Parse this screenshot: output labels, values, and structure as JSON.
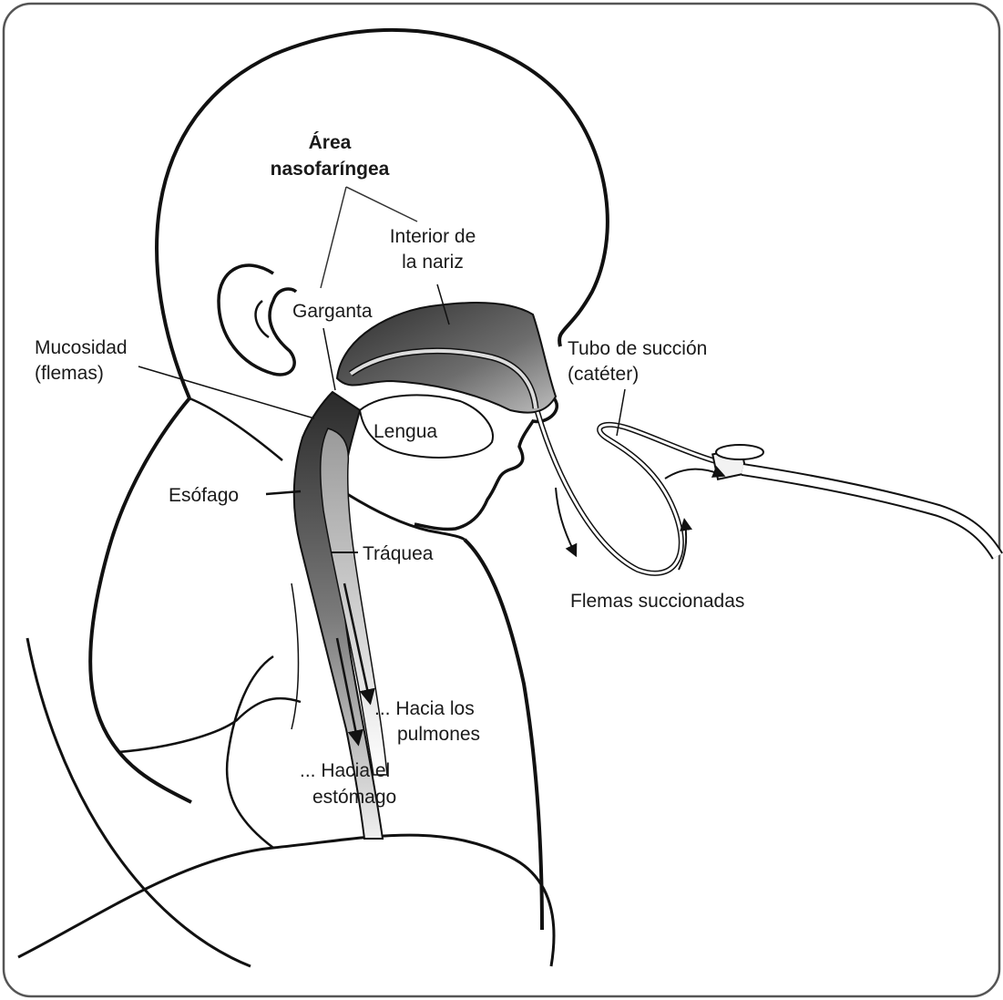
{
  "labels": {
    "area_title_line1": "Área",
    "area_title_line2": "nasofaríngea",
    "nose_interior_line1": "Interior de",
    "nose_interior_line2": "la nariz",
    "throat": "Garganta",
    "mucus_line1": "Mucosidad",
    "mucus_line2": "(flemas)",
    "tube_line1": "Tubo de succión",
    "tube_line2": "(catéter)",
    "tongue": "Lengua",
    "esophagus": "Esófago",
    "trachea": "Tráquea",
    "suctioned_mucus": "Flemas succionadas",
    "to_lungs_line1": "... Hacia los",
    "to_lungs_line2": "pulmones",
    "to_stomach_line1": "... Hacia el",
    "to_stomach_line2": "estómago"
  },
  "colors": {
    "outline": "#111111",
    "frame": "#555555",
    "airway_dark": "#3a3a3a",
    "airway_mid": "#8a8a8a"
  }
}
